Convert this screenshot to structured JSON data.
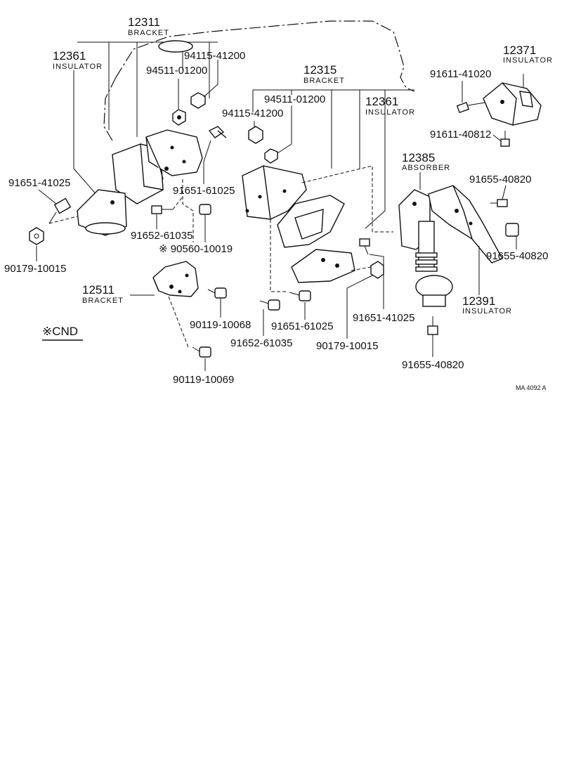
{
  "labels": {
    "p12311": "12311",
    "w12311": "BRACKET",
    "p94115_a": "94115-41200",
    "p12361_left": "12361",
    "w12361_left": "INSULATOR",
    "p94511_a": "94511-01200",
    "p12315": "12315",
    "w12315": "BRACKET",
    "p94511_b": "94511-01200",
    "p94115_b": "94115-41200",
    "p12361_right": "12361",
    "w12361_right": "INSULATOR",
    "p12371": "12371",
    "w12371": "INSULATOR",
    "p91611_41020": "91611-41020",
    "p91611_40812": "91611-40812",
    "p12385": "12385",
    "w12385": "ABSORBER",
    "p91655_a": "91655-40820",
    "p91655_b": "91655-40820",
    "p91655_c": "91655-40820",
    "p12391": "12391",
    "w12391": "INSULATOR",
    "p91651_41025_left": "91651-41025",
    "p90179_left": "90179-10015",
    "p91651_61025_a": "91651-61025",
    "p91652_61035_a": "91652-61035",
    "p90560": "※ 90560-10019",
    "p12511": "12511",
    "w12511": "BRACKET",
    "p90119_10068": "90119-10068",
    "p90119_10069": "90119-10069",
    "p91652_61035_b": "91652-61035",
    "p91651_61025_b": "91651-61025",
    "p90179_right": "90179-10015",
    "p91651_41025_right": "91651-41025",
    "cnd_note": "※CND",
    "drawing_code": "MA 4092 A"
  },
  "colors": {
    "ink": "#111111",
    "paper": "#ffffff"
  }
}
